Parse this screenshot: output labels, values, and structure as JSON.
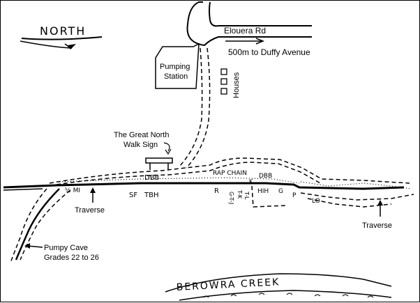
{
  "colors": {
    "ink": "#000000",
    "paper": "#ffffff"
  },
  "labels": {
    "north": "NORTH",
    "road": "Elouera Rd",
    "distance": "500m to Duffy Avenue",
    "pumping_station_line1": "Pumping",
    "pumping_station_line2": "Station",
    "houses": "Houses",
    "sign_line1": "The Great North",
    "sign_line2": "Walk Sign",
    "traverse_left": "Traverse",
    "traverse_right": "Traverse",
    "cave_line1": "Pumpy Cave",
    "cave_line2": "Grades 22 to 26",
    "creek": "BEROWRA CREEK"
  },
  "crag_codes": {
    "dbb_left": "DBB",
    "dbb_right": "DBB",
    "rap_chain": "RAP CHAIN",
    "k": "K",
    "hmi": "½ MI",
    "sf": "SF",
    "tbh": "TBH",
    "r": "R",
    "gtj": "G-T-J",
    "tk": "T-K",
    "tl": "T-L",
    "hih": "HIH",
    "g": "G",
    "p": "P",
    "lo": "LO"
  }
}
